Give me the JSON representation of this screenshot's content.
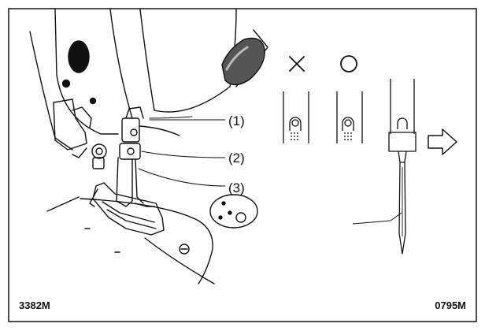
{
  "callouts": [
    {
      "label": "(1)"
    },
    {
      "label": "(2)"
    },
    {
      "label": "(3)"
    }
  ],
  "symbols": {
    "wrong": "wrong-mark",
    "correct": "correct-mark",
    "direction": "arrow-right"
  },
  "codes": {
    "left": "3382M",
    "right": "0795M"
  },
  "colors": {
    "line": "#111111",
    "frame": "#222222",
    "background": "#ffffff"
  }
}
